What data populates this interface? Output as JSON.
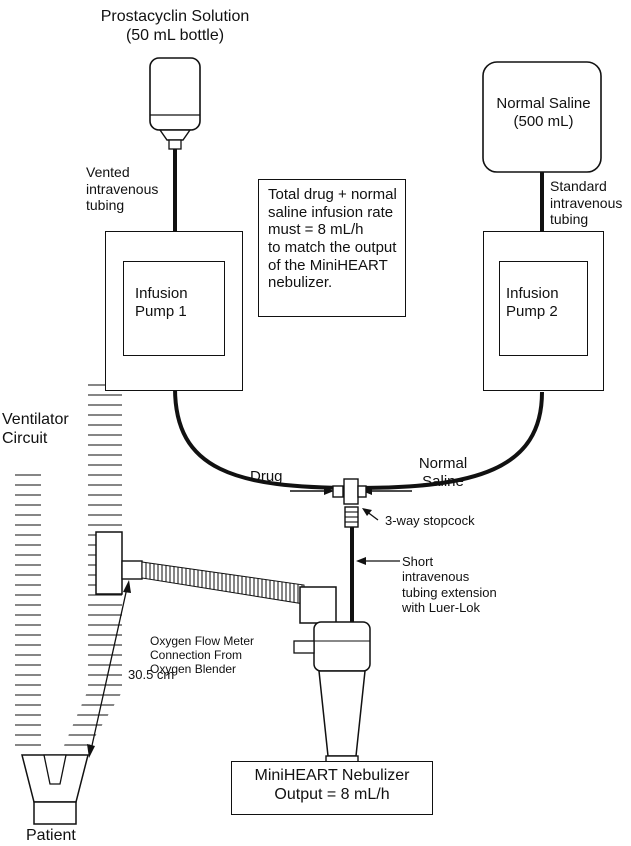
{
  "diagram": {
    "prostacyclin_label": "Prostacyclin Solution\n(50 mL bottle)",
    "saline_label": "Normal Saline\n(500 mL)",
    "vented_tubing_label": "Vented\nintravenous\ntubing",
    "standard_tubing_label": "Standard\nintravenous\ntubing",
    "note_text": "Total drug + normal\nsaline infusion rate\nmust = 8 mL/h\nto match the output\nof the MiniHEART\nnebulizer.",
    "pump1_label": "Infusion\nPump 1",
    "pump2_label": "Infusion\nPump 2",
    "ventilator_label": "Ventilator\nCircuit",
    "drug_label": "Drug",
    "normal_saline_arrow_label": "Normal\nSaline",
    "stopcock_label": "3-way stopcock",
    "short_tubing_label": "Short\nintravenous\ntubing extension\nwith Luer-Lok",
    "oxygen_label": "Oxygen Flow Meter\nConnection From\nOxygen Blender",
    "distance_label": "30.5 cm",
    "nebulizer_label": "MiniHEART Nebulizer\nOutput = 8 mL/h",
    "patient_label": "Patient"
  }
}
